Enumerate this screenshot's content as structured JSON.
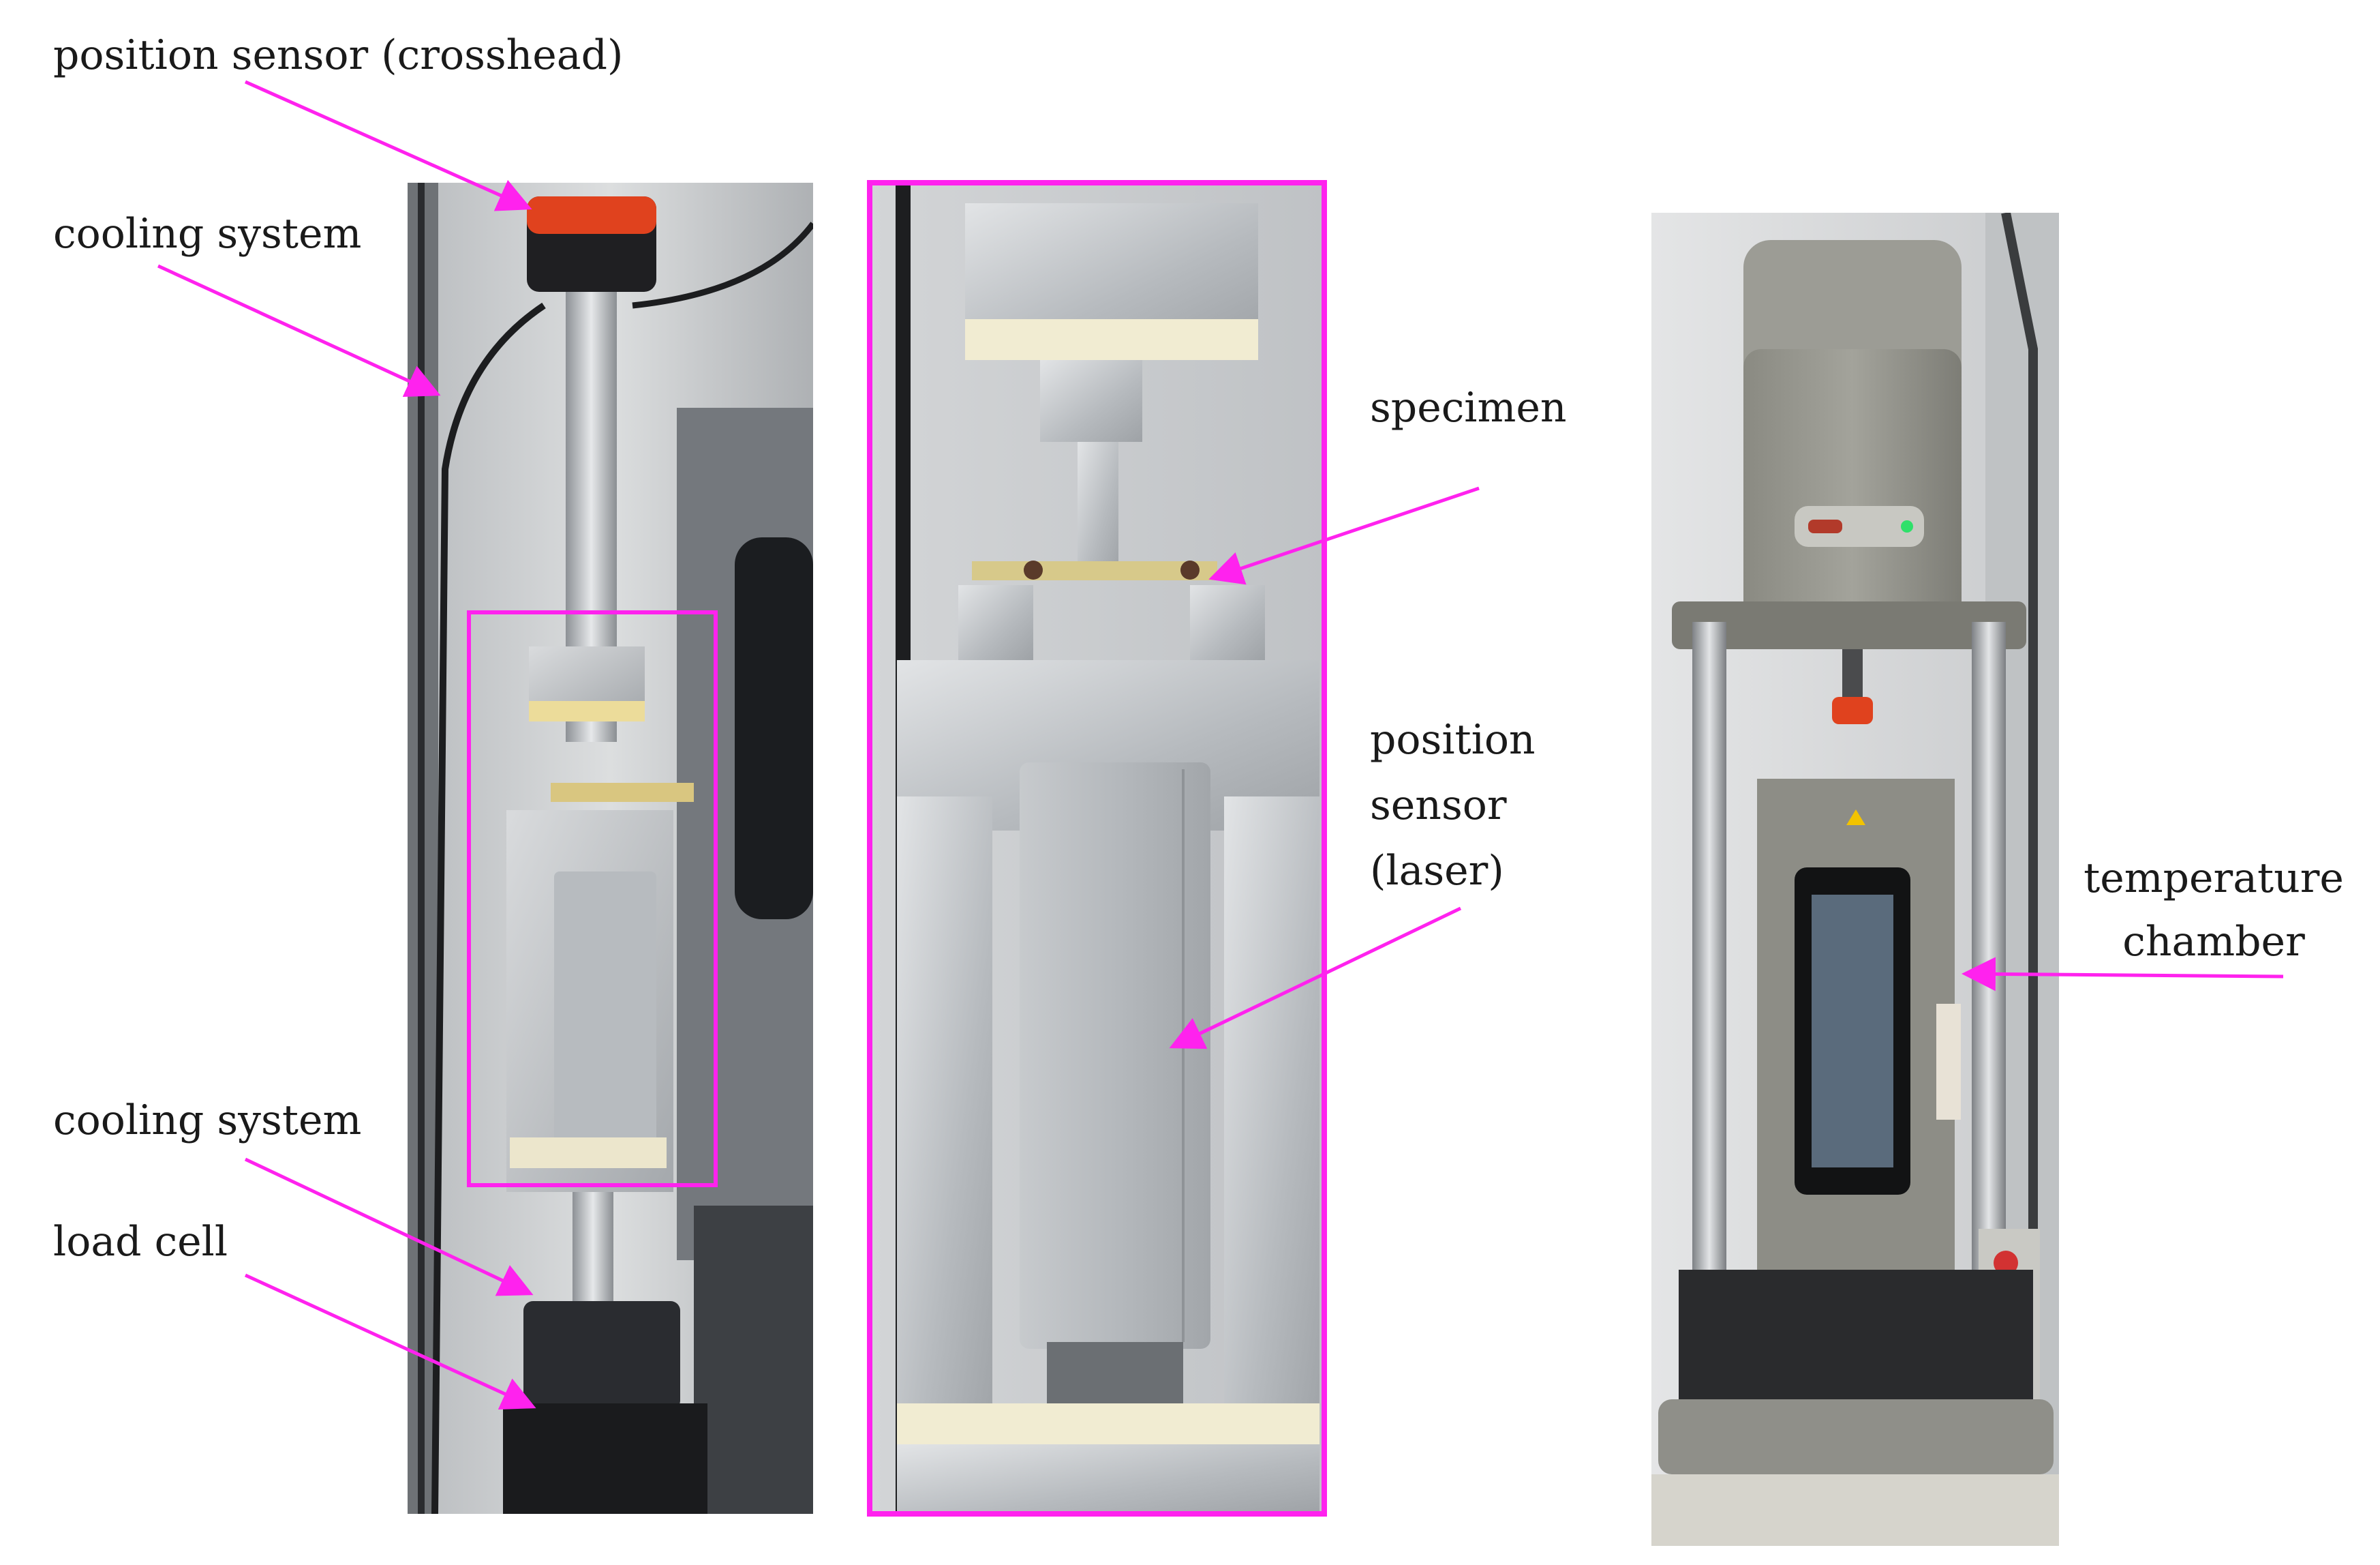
{
  "labels": {
    "position_sensor_crosshead": "position sensor (crosshead)",
    "cooling_system_top": "cooling system",
    "cooling_system_bottom": "cooling system",
    "load_cell": "load cell",
    "specimen": "specimen",
    "position_sensor_laser_1": "position",
    "position_sensor_laser_2": "sensor",
    "position_sensor_laser_3": "(laser)",
    "temperature_chamber_1": "temperature",
    "temperature_chamber_2": "chamber"
  },
  "colors": {
    "annotation": "#ff22ee",
    "text": "#1a1a1a",
    "aluminum": "#c9ccd0",
    "sensor_red": "#e0421e",
    "machine_gray": "#8c8c84"
  },
  "icons": {
    "arrow": "magenta-arrow-icon",
    "frame": "magenta-highlight-frame"
  }
}
